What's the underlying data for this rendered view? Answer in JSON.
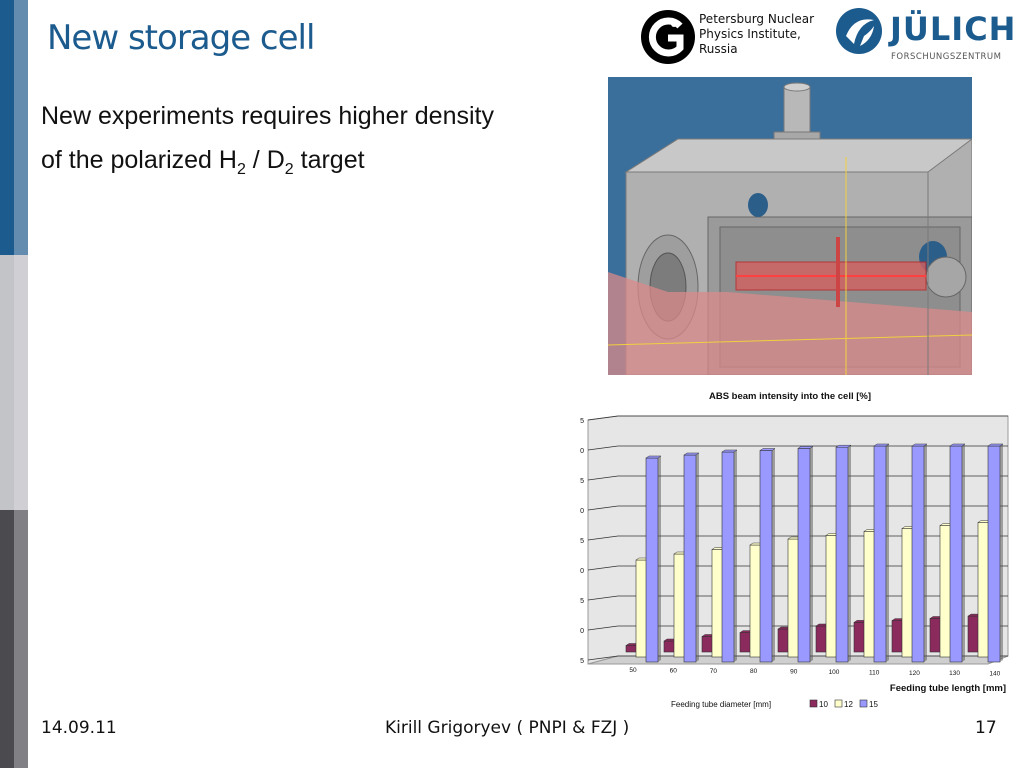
{
  "slide": {
    "title": "New storage cell",
    "body_line1": "New experiments requires higher density",
    "body_line2_pre": "of the polarized H",
    "body_line2_sub1": "2",
    "body_line2_mid": " / D",
    "body_line2_sub2": "2",
    "body_line2_post": " target"
  },
  "logos": {
    "pnpi_line1": "Petersburg Nuclear",
    "pnpi_line2": "Physics Institute,",
    "pnpi_line3": "Russia",
    "julich_word": "JÜLICH",
    "julich_sub": "FORSCHUNGSZENTRUM",
    "pnpi_icon": "pnpi-emblem-icon",
    "julich_icon": "julich-swoosh-icon"
  },
  "footer": {
    "date": "14.09.11",
    "author": "Kirill Grigoryev ( PNPI & FZJ )",
    "page": "17"
  },
  "colors": {
    "brand_blue": "#1c5b8e",
    "series_10": "#8b2a5c",
    "series_12": "#ffffcc",
    "series_15": "#9999ff"
  },
  "chart_data": {
    "type": "bar",
    "title": "ABS beam intensity into the cell [%]",
    "xlabel": "Feeding tube length [mm]",
    "legend_title": "Feeding tube diameter [mm]",
    "categories": [
      "50",
      "60",
      "70",
      "80",
      "90",
      "100",
      "110",
      "120",
      "130",
      "140"
    ],
    "y_tick_labels": [
      "5",
      "0",
      "5",
      "0",
      "5",
      "0",
      "5",
      "0",
      "5"
    ],
    "ylim": [
      0,
      8
    ],
    "series": [
      {
        "name": "10",
        "color": "#8b2a5c",
        "values": [
          0.35,
          0.5,
          0.65,
          0.78,
          0.9,
          1.0,
          1.12,
          1.18,
          1.25,
          1.33
        ]
      },
      {
        "name": "12",
        "color": "#ffffcc",
        "values": [
          3.2,
          3.4,
          3.55,
          3.7,
          3.9,
          4.02,
          4.15,
          4.25,
          4.35,
          4.45
        ]
      },
      {
        "name": "15",
        "color": "#9999ff",
        "values": [
          6.6,
          6.7,
          6.8,
          6.85,
          6.92,
          6.96,
          7.0,
          7.0,
          7.0,
          7.0
        ]
      }
    ],
    "legend_placement": "bottom",
    "grid": true
  }
}
